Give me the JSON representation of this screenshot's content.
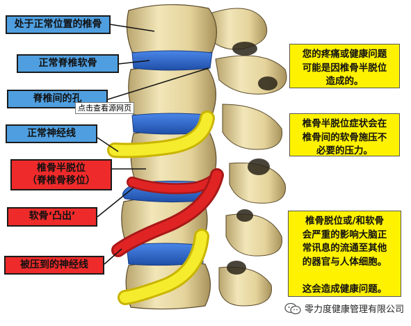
{
  "labels": {
    "normal_vertebra": "处于正常位置的椎骨",
    "normal_disc": "正常脊椎软骨",
    "foramen": "脊椎间的孔",
    "normal_nerve": "正常神经线",
    "subluxation_line1": "椎骨半脱位",
    "subluxation_line2": "（脊椎骨移位）",
    "disc_bulge": "软骨‘凸出’",
    "pinched_nerve": "被压到的神经线"
  },
  "notes": {
    "top": [
      "您的疼痛或健康问题",
      "可能是因椎骨半脱位",
      "造成的。"
    ],
    "middle": [
      "椎骨半脱位症状会在",
      "椎骨间的软骨施压不",
      "必要的压力。"
    ],
    "bottom": [
      "椎骨脱位或/和软骨",
      "会严重的影响大脑正",
      "常讯息的流通至其他",
      "的器官与人体细胞。",
      "",
      "这会造成健康问题。"
    ]
  },
  "tooltip": "点击查看源网页",
  "watermark": "零力度健康管理有限公司",
  "colors": {
    "label_blue": "#4f9fe0",
    "label_red": "#ef2a2a",
    "note_yellow": "#fff200",
    "bone": "#e8d9a6",
    "disc": "#2f66c9",
    "nerve_normal": "#f4ec2c",
    "nerve_pinched": "#e02424"
  },
  "icons": [
    "wechat-icon"
  ]
}
